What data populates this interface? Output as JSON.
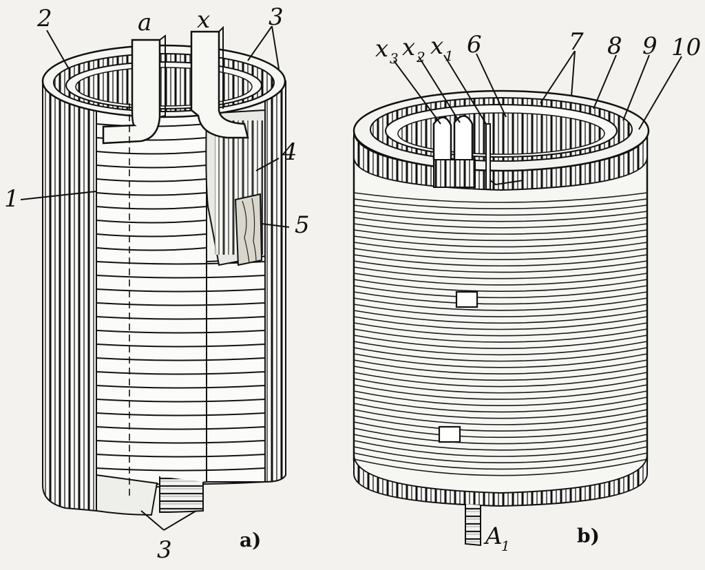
{
  "figure_a": {
    "caption": "a)",
    "labels": {
      "a": "a",
      "x": "x",
      "n1": "1",
      "n2": "2",
      "n3_top": "3",
      "n3_bottom": "3",
      "n4": "4",
      "n5": "5"
    }
  },
  "figure_b": {
    "caption": "b)",
    "labels": {
      "x3": "x",
      "x3_sub": "3",
      "x2": "x",
      "x2_sub": "2",
      "x1": "x",
      "x1_sub": "1",
      "n6": "6",
      "n7": "7",
      "n8": "8",
      "n9": "9",
      "n10": "10",
      "a1": "A",
      "a1_sub": "1"
    }
  }
}
